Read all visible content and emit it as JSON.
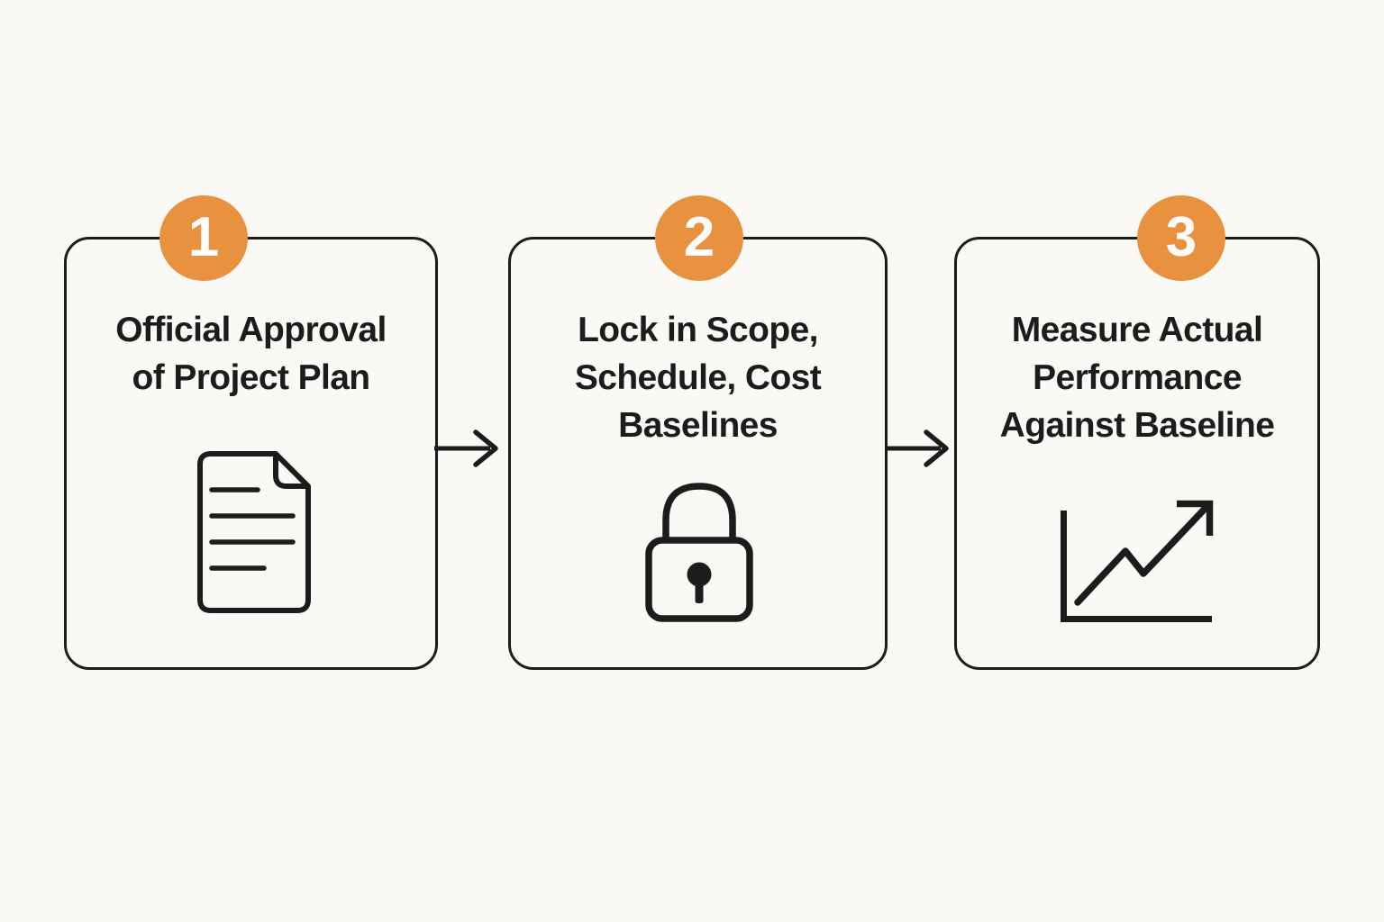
{
  "diagram": {
    "background_color": "#FAF9F6",
    "line_color": "#1C1C1C",
    "accent_color": "#E8913F",
    "badge_number_color": "#FDFCFA",
    "steps": [
      {
        "number": "1",
        "title": "Official Approval\nof Project Plan",
        "icon": "document-icon"
      },
      {
        "number": "2",
        "title": "Lock in Scope,\nSchedule, Cost\nBaselines",
        "icon": "lock-icon"
      },
      {
        "number": "3",
        "title": "Measure Actual\nPerformance\nAgainst Baseline",
        "icon": "trending-up-chart-icon"
      }
    ],
    "connectors": [
      {
        "from": "1",
        "to": "2",
        "type": "arrow-right"
      },
      {
        "from": "2",
        "to": "3",
        "type": "arrow-right"
      }
    ]
  }
}
